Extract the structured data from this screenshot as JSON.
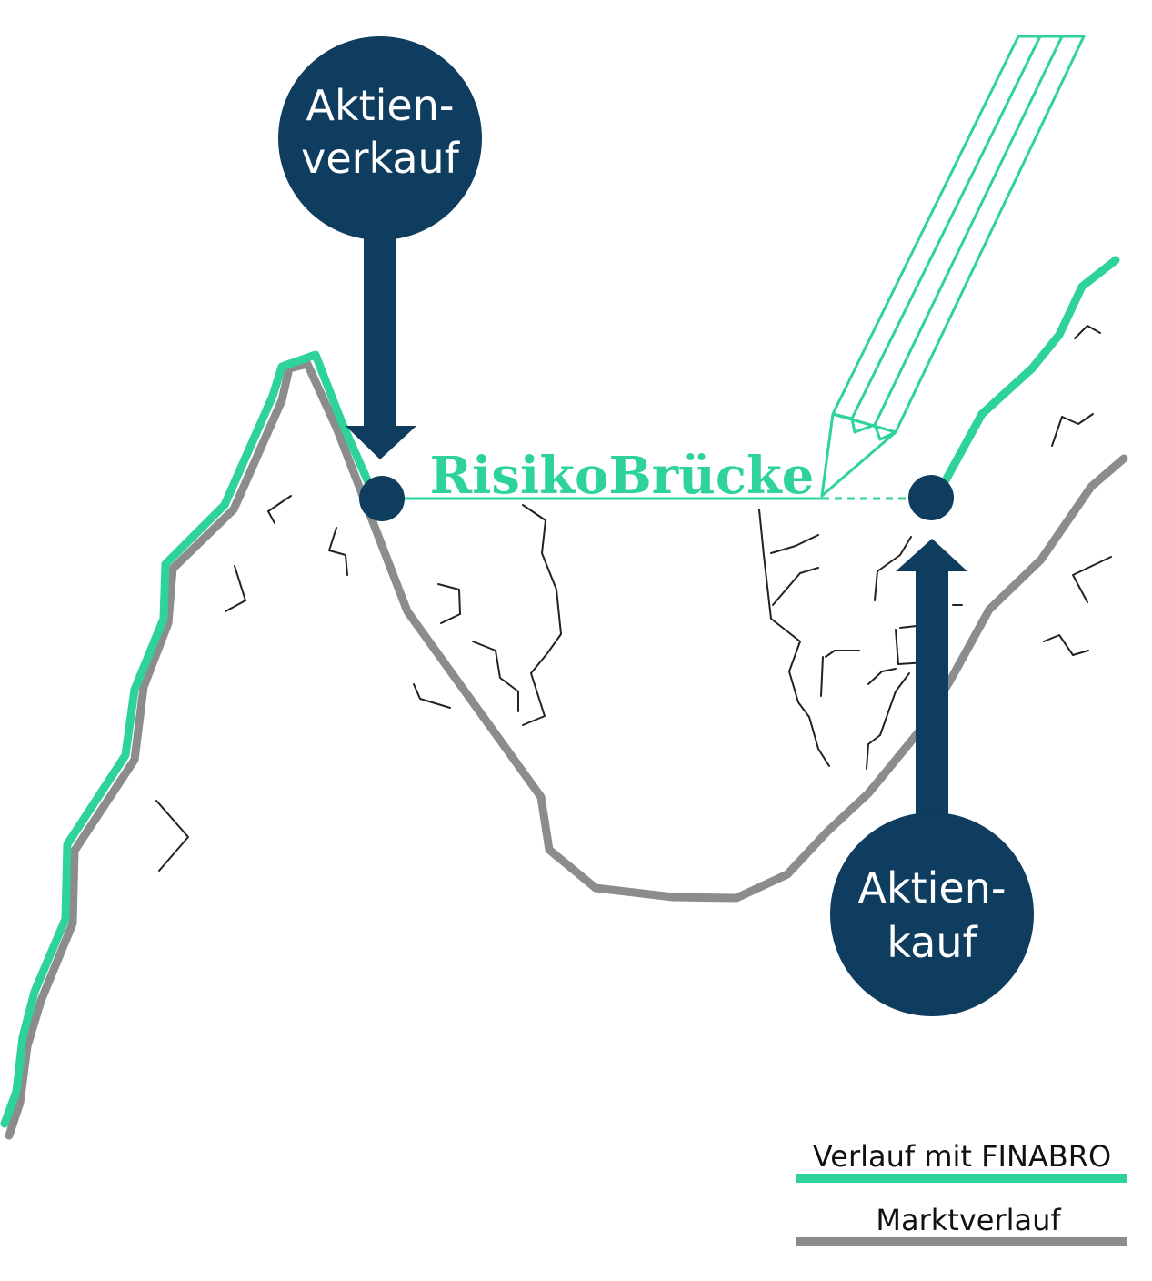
{
  "colors": {
    "finabro": "#2ed39a",
    "market": "#8c8c8c",
    "navy": "#0f3d60",
    "crack": "#222222"
  },
  "sell_marker": {
    "line1": "Aktien-",
    "line2": "verkauf"
  },
  "buy_marker": {
    "line1": "Aktien-",
    "line2": "kauf"
  },
  "bridge": {
    "label": "RisikoBrücke",
    "icon": "pencil-icon"
  },
  "legend": {
    "finabro_label": "Verlauf mit FINABRO",
    "market_label": "Marktverlauf"
  }
}
